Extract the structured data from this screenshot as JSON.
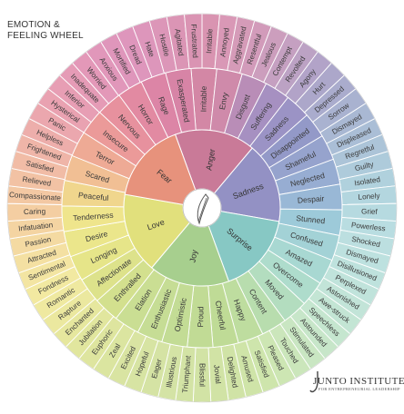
{
  "title": {
    "line1": "EMOTION &",
    "line2": "FEELING WHEEL"
  },
  "logo": {
    "main": "JUNTO INSTITUTE",
    "sub": "FOR ENTREPRENEURIAL LEADERSHIP"
  },
  "core": [
    {
      "name": "Anger",
      "color": "#c97a98"
    },
    {
      "name": "Sadness",
      "color": "#9391c4"
    },
    {
      "name": "Surprise",
      "color": "#87c8c4"
    },
    {
      "name": "Joy",
      "color": "#a7cf8e"
    },
    {
      "name": "Love",
      "color": "#e1e07c"
    },
    {
      "name": "Fear",
      "color": "#e7927c"
    }
  ],
  "middle": [
    {
      "text": "Irritable",
      "color": "#d387a5"
    },
    {
      "text": "Envy",
      "color": "#cf8aaa"
    },
    {
      "text": "Disgust",
      "color": "#b98db7"
    },
    {
      "text": "Suffering",
      "color": "#a690c1"
    },
    {
      "text": "Sadness",
      "color": "#9b93c5"
    },
    {
      "text": "Disappointed",
      "color": "#9399c8"
    },
    {
      "text": "Shameful",
      "color": "#96a3cd"
    },
    {
      "text": "Neglected",
      "color": "#97add2"
    },
    {
      "text": "Despair",
      "color": "#99b8d6"
    },
    {
      "text": "Stunned",
      "color": "#9dcad9"
    },
    {
      "text": "Confused",
      "color": "#a3d2d6"
    },
    {
      "text": "Amazed",
      "color": "#a8d8d2"
    },
    {
      "text": "Overcome",
      "color": "#aedccc"
    },
    {
      "text": "Moved",
      "color": "#b3ddbf"
    },
    {
      "text": "Content",
      "color": "#b8ddae"
    },
    {
      "text": "Happy",
      "color": "#bedd9f"
    },
    {
      "text": "Cheerful",
      "color": "#bfdb96"
    },
    {
      "text": "Proud",
      "color": "#c1db95"
    },
    {
      "text": "Optimistic",
      "color": "#c3dc95"
    },
    {
      "text": "Enthusiastic",
      "color": "#c6dd95"
    },
    {
      "text": "Elation",
      "color": "#cade93"
    },
    {
      "text": "Enthralled",
      "color": "#d3e08e"
    },
    {
      "text": "Affectionate",
      "color": "#dde28b"
    },
    {
      "text": "Longing",
      "color": "#e6e589"
    },
    {
      "text": "Desire",
      "color": "#ebe68b"
    },
    {
      "text": "Tenderness",
      "color": "#efe58c"
    },
    {
      "text": "Peaceful",
      "color": "#f0d68d"
    },
    {
      "text": "Scared",
      "color": "#f1bf94"
    },
    {
      "text": "Terror",
      "color": "#eeaa95"
    },
    {
      "text": "Insecure",
      "color": "#eb9a99"
    },
    {
      "text": "Nervous",
      "color": "#e7919e"
    },
    {
      "text": "Horror",
      "color": "#e28aa2"
    },
    {
      "text": "Rage",
      "color": "#dc85a6"
    },
    {
      "text": "Exasperated",
      "color": "#d784a6"
    }
  ],
  "outer": [
    {
      "text": "Irritable",
      "color": "#d994b1"
    },
    {
      "text": "Annoyed",
      "color": "#d998b6"
    },
    {
      "text": "Aggravated",
      "color": "#d59bb8"
    },
    {
      "text": "Resentful",
      "color": "#d29bba"
    },
    {
      "text": "Jealous",
      "color": "#cc9ebd"
    },
    {
      "text": "Contempt",
      "color": "#c5a0c1"
    },
    {
      "text": "Revolted",
      "color": "#bca2c4"
    },
    {
      "text": "Agony",
      "color": "#b2a3c8"
    },
    {
      "text": "Hurt",
      "color": "#aca7ca"
    },
    {
      "text": "Depressed",
      "color": "#aaaccd"
    },
    {
      "text": "Sorrow",
      "color": "#a9b2d0"
    },
    {
      "text": "Dismayed",
      "color": "#a9b8d3"
    },
    {
      "text": "Displeased",
      "color": "#aabed6"
    },
    {
      "text": "Regretful",
      "color": "#acc4d8"
    },
    {
      "text": "Guilty",
      "color": "#aecbdb"
    },
    {
      "text": "Isolated",
      "color": "#b0d1dd"
    },
    {
      "text": "Lonely",
      "color": "#b3d6df"
    },
    {
      "text": "Grief",
      "color": "#b6dae0"
    },
    {
      "text": "Powerless",
      "color": "#b9dde1"
    },
    {
      "text": "Shocked",
      "color": "#bcdfe0"
    },
    {
      "text": "Dismayed",
      "color": "#bde1df"
    },
    {
      "text": "Disillusioned",
      "color": "#bee2dd"
    },
    {
      "text": "Perplexed",
      "color": "#c0e3db"
    },
    {
      "text": "Astonished",
      "color": "#c2e4d8"
    },
    {
      "text": "Awe-struck",
      "color": "#c3e5d4"
    },
    {
      "text": "Speechless",
      "color": "#c5e6cf"
    },
    {
      "text": "Astounded",
      "color": "#c7e6c9"
    },
    {
      "text": "Stimulated",
      "color": "#c9e6c2"
    },
    {
      "text": "Touched",
      "color": "#cbe6bb"
    },
    {
      "text": "Pleased",
      "color": "#cde6b3"
    },
    {
      "text": "Satisfied",
      "color": "#cee5ac"
    },
    {
      "text": "Amused",
      "color": "#cfe4a8"
    },
    {
      "text": "Delighted",
      "color": "#d0e3a6"
    },
    {
      "text": "Jovial",
      "color": "#d1e3a5"
    },
    {
      "text": "Blissful",
      "color": "#d2e3a5"
    },
    {
      "text": "Triumphant",
      "color": "#d3e3a5"
    },
    {
      "text": "Illustrious",
      "color": "#d4e3a5"
    },
    {
      "text": "Eager",
      "color": "#d5e3a4"
    },
    {
      "text": "Hopeful",
      "color": "#d7e4a3"
    },
    {
      "text": "Excited",
      "color": "#d9e4a2"
    },
    {
      "text": "Zeal",
      "color": "#dbe5a0"
    },
    {
      "text": "Euphoric",
      "color": "#dee59f"
    },
    {
      "text": "Jubilation",
      "color": "#e1e69e"
    },
    {
      "text": "Enchanted",
      "color": "#e6e79e"
    },
    {
      "text": "Rapture",
      "color": "#ebe89f"
    },
    {
      "text": "Romantic",
      "color": "#efe9a0"
    },
    {
      "text": "Fondness",
      "color": "#f2e9a1"
    },
    {
      "text": "Sentimental",
      "color": "#f3e5a2"
    },
    {
      "text": "Attracted",
      "color": "#f4e0a2"
    },
    {
      "text": "Passion",
      "color": "#f4daa2"
    },
    {
      "text": "Infatuation",
      "color": "#f4d4a2"
    },
    {
      "text": "Caring",
      "color": "#f4cea2"
    },
    {
      "text": "Compassionate",
      "color": "#f3c8a3"
    },
    {
      "text": "Relieved",
      "color": "#f2c2a4"
    },
    {
      "text": "Satisfied",
      "color": "#f1bca6"
    },
    {
      "text": "Frightened",
      "color": "#efb5a8"
    },
    {
      "text": "Helpless",
      "color": "#edaeab"
    },
    {
      "text": "Panic",
      "color": "#eba7ae"
    },
    {
      "text": "Hysterical",
      "color": "#e9a2b1"
    },
    {
      "text": "Inferior",
      "color": "#e79eb4"
    },
    {
      "text": "Inadequate",
      "color": "#e59bb6"
    },
    {
      "text": "Worried",
      "color": "#e398b8"
    },
    {
      "text": "Anxious",
      "color": "#e197ba"
    },
    {
      "text": "Mortified",
      "color": "#df96bb"
    },
    {
      "text": "Dread",
      "color": "#de96bc"
    },
    {
      "text": "Hate",
      "color": "#dd96bb"
    },
    {
      "text": "Hostile",
      "color": "#dc96b8"
    },
    {
      "text": "Agitated",
      "color": "#db95b5"
    },
    {
      "text": "Frustrated",
      "color": "#da94b3"
    }
  ]
}
